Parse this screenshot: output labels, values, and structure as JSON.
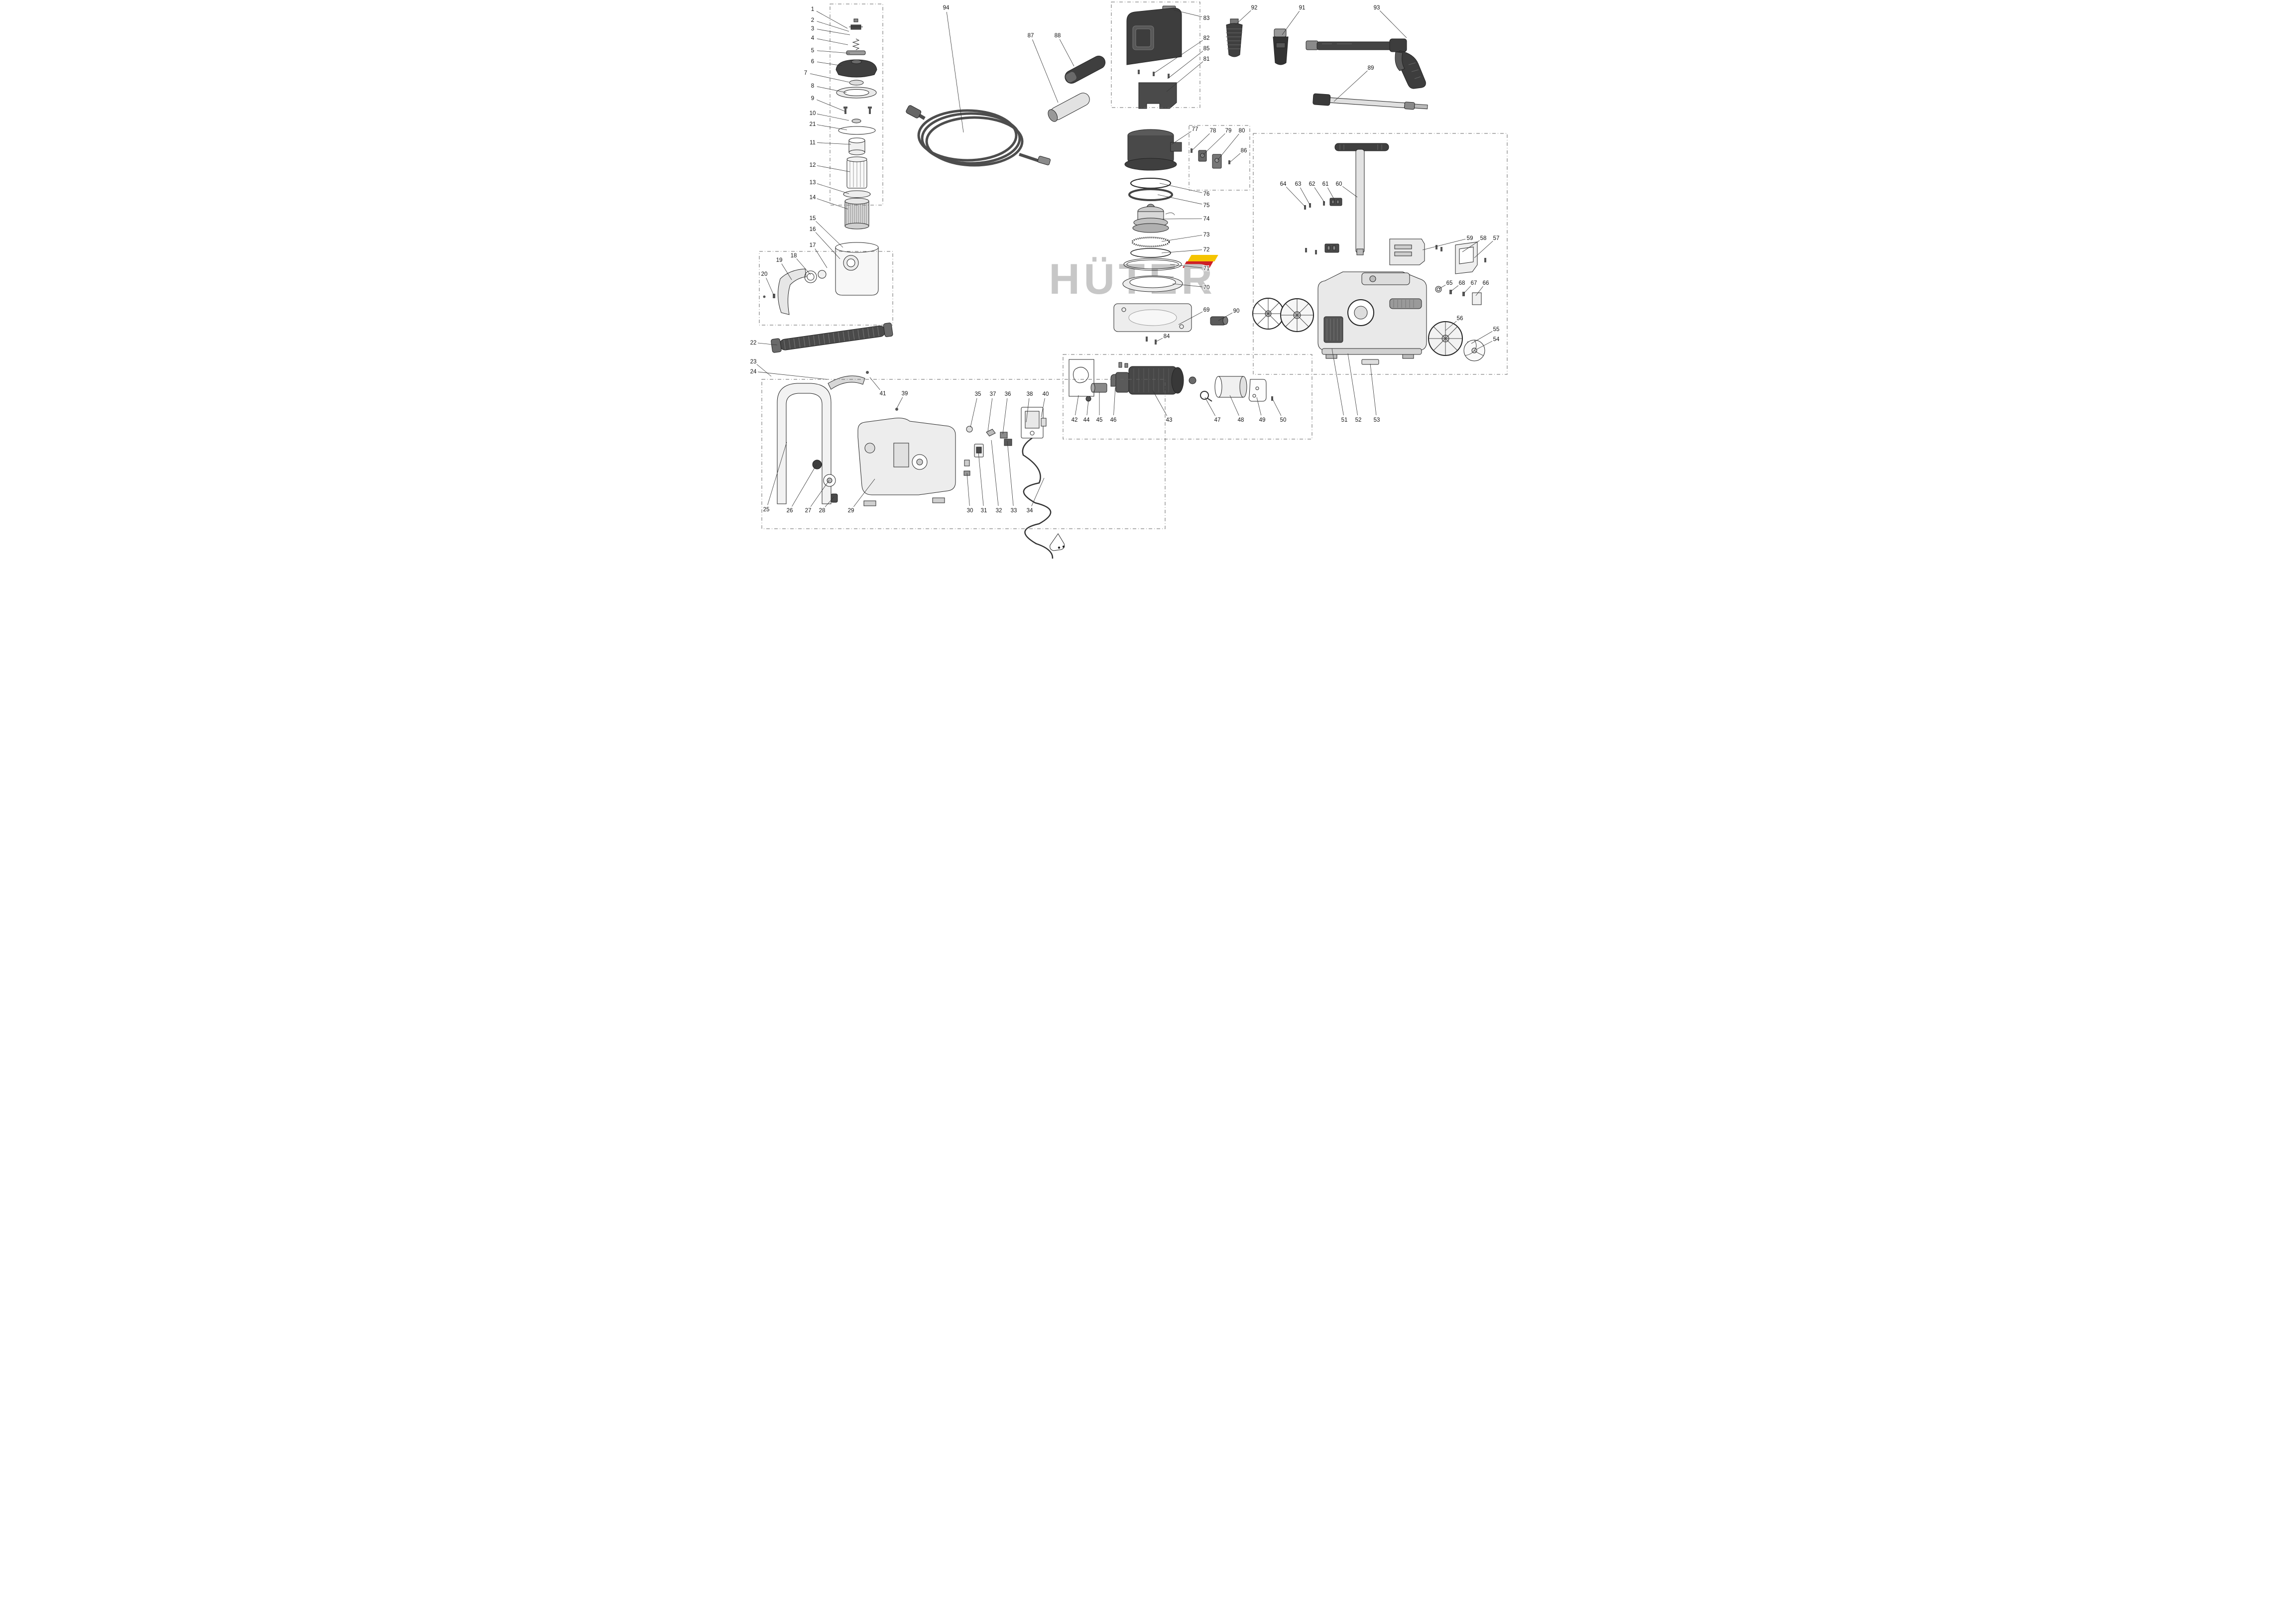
{
  "watermark": {
    "text": "HÜTER",
    "text_color": "#C7C7C7",
    "accent_yellow": "#F5C400",
    "accent_red": "#CE2026"
  },
  "diagram": {
    "type": "exploded-parts-diagram",
    "line_color": "#222222",
    "leader_color": "#333333",
    "frame_color": "#666666",
    "label_font_size": 11.5,
    "labels_format": [
      "part_number",
      "label_x",
      "label_y",
      "target_x",
      "target_y"
    ],
    "labels": [
      [
        1,
        137,
        18,
        207,
        57
      ],
      [
        2,
        137,
        40,
        210,
        63
      ],
      [
        3,
        137,
        57,
        212,
        70
      ],
      [
        4,
        137,
        76,
        208,
        90
      ],
      [
        5,
        137,
        101,
        212,
        107
      ],
      [
        6,
        137,
        123,
        196,
        132
      ],
      [
        7,
        123,
        146,
        210,
        165
      ],
      [
        8,
        137,
        172,
        205,
        186
      ],
      [
        9,
        137,
        197,
        203,
        224
      ],
      [
        10,
        137,
        227,
        210,
        242
      ],
      [
        21,
        137,
        249,
        206,
        261
      ],
      [
        11,
        137,
        286,
        214,
        290
      ],
      [
        12,
        137,
        331,
        212,
        345
      ],
      [
        13,
        137,
        366,
        210,
        389
      ],
      [
        14,
        137,
        396,
        208,
        420
      ],
      [
        15,
        137,
        438,
        198,
        497
      ],
      [
        16,
        137,
        460,
        192,
        520
      ],
      [
        17,
        137,
        492,
        166,
        538
      ],
      [
        18,
        99,
        513,
        133,
        552
      ],
      [
        19,
        70,
        522,
        95,
        562
      ],
      [
        20,
        40,
        550,
        59,
        593
      ],
      [
        22,
        18,
        688,
        66,
        693
      ],
      [
        23,
        18,
        726,
        54,
        756
      ],
      [
        24,
        18,
        746,
        166,
        762
      ],
      [
        25,
        44,
        1023,
        85,
        888
      ],
      [
        26,
        91,
        1025,
        145,
        933
      ],
      [
        27,
        128,
        1025,
        170,
        965
      ],
      [
        28,
        156,
        1025,
        180,
        998
      ],
      [
        29,
        214,
        1025,
        262,
        962
      ],
      [
        30,
        453,
        1025,
        447,
        950
      ],
      [
        31,
        481,
        1025,
        470,
        908
      ],
      [
        32,
        511,
        1025,
        496,
        884
      ],
      [
        33,
        541,
        1025,
        528,
        886
      ],
      [
        34,
        573,
        1025,
        602,
        960
      ],
      [
        35,
        469,
        791,
        454,
        858
      ],
      [
        37,
        499,
        791,
        489,
        866
      ],
      [
        36,
        529,
        791,
        519,
        872
      ],
      [
        38,
        573,
        791,
        566,
        848
      ],
      [
        40,
        605,
        791,
        596,
        838
      ],
      [
        39,
        322,
        790,
        306,
        820
      ],
      [
        41,
        278,
        790,
        252,
        758
      ],
      [
        42,
        663,
        843,
        671,
        794
      ],
      [
        44,
        687,
        843,
        691,
        804
      ],
      [
        45,
        713,
        843,
        713,
        787
      ],
      [
        46,
        741,
        843,
        745,
        778
      ],
      [
        43,
        853,
        843,
        820,
        784
      ],
      [
        47,
        950,
        843,
        925,
        798
      ],
      [
        48,
        997,
        843,
        975,
        794
      ],
      [
        49,
        1040,
        843,
        1029,
        798
      ],
      [
        50,
        1082,
        843,
        1060,
        800
      ],
      [
        94,
        405,
        15,
        440,
        266
      ],
      [
        87,
        575,
        71,
        630,
        206
      ],
      [
        88,
        629,
        71,
        662,
        133
      ],
      [
        83,
        928,
        36,
        862,
        20
      ],
      [
        82,
        928,
        76,
        824,
        146
      ],
      [
        85,
        928,
        97,
        850,
        158
      ],
      [
        81,
        928,
        118,
        848,
        184
      ],
      [
        77,
        905,
        259,
        858,
        290
      ],
      [
        78,
        941,
        262,
        899,
        302
      ],
      [
        79,
        972,
        262,
        920,
        312
      ],
      [
        80,
        999,
        262,
        950,
        322
      ],
      [
        86,
        1003,
        302,
        975,
        326
      ],
      [
        76,
        928,
        389,
        834,
        368
      ],
      [
        75,
        928,
        412,
        830,
        391
      ],
      [
        74,
        928,
        439,
        840,
        440
      ],
      [
        73,
        928,
        471,
        838,
        485
      ],
      [
        72,
        928,
        501,
        838,
        508
      ],
      [
        71,
        928,
        539,
        855,
        531
      ],
      [
        70,
        928,
        577,
        860,
        570
      ],
      [
        69,
        928,
        622,
        872,
        652
      ],
      [
        90,
        988,
        624,
        952,
        644
      ],
      [
        84,
        848,
        675,
        827,
        686
      ],
      [
        92,
        1024,
        15,
        986,
        50
      ],
      [
        91,
        1120,
        15,
        1080,
        70
      ],
      [
        93,
        1270,
        15,
        1330,
        76
      ],
      [
        89,
        1258,
        136,
        1184,
        204
      ],
      [
        64,
        1082,
        369,
        1126,
        415
      ],
      [
        63,
        1112,
        369,
        1136,
        412
      ],
      [
        62,
        1140,
        369,
        1166,
        408
      ],
      [
        61,
        1167,
        369,
        1186,
        403
      ],
      [
        60,
        1194,
        369,
        1231,
        396
      ],
      [
        59,
        1457,
        478,
        1362,
        502
      ],
      [
        58,
        1484,
        478,
        1442,
        506
      ],
      [
        57,
        1510,
        478,
        1466,
        518
      ],
      [
        65,
        1416,
        568,
        1395,
        580
      ],
      [
        68,
        1441,
        568,
        1419,
        585
      ],
      [
        67,
        1465,
        568,
        1445,
        589
      ],
      [
        66,
        1489,
        568,
        1469,
        594
      ],
      [
        56,
        1437,
        639,
        1408,
        664
      ],
      [
        55,
        1510,
        661,
        1460,
        690
      ],
      [
        54,
        1510,
        681,
        1470,
        702
      ],
      [
        51,
        1205,
        843,
        1180,
        700
      ],
      [
        52,
        1233,
        843,
        1212,
        710
      ],
      [
        53,
        1270,
        843,
        1257,
        731
      ]
    ],
    "frames_format": [
      "x",
      "y",
      "w",
      "h"
    ],
    "frames": [
      [
        172,
        8,
        106,
        404
      ],
      [
        30,
        505,
        268,
        148
      ],
      [
        35,
        762,
        810,
        300
      ],
      [
        737,
        4,
        178,
        212
      ],
      [
        893,
        252,
        122,
        130
      ],
      [
        640,
        712,
        500,
        170
      ],
      [
        1022,
        268,
        510,
        484
      ]
    ]
  }
}
